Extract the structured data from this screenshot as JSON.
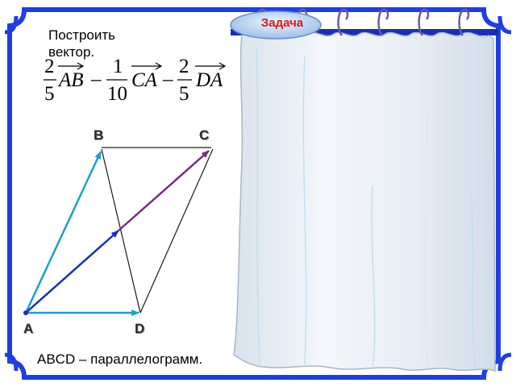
{
  "task": {
    "badge": "Задача",
    "instruction": "Построить вектор."
  },
  "formula": {
    "terms": [
      {
        "numerator": "2",
        "denominator": "5",
        "vector": "AB"
      },
      {
        "numerator": "1",
        "denominator": "10",
        "vector": "CA"
      },
      {
        "numerator": "2",
        "denominator": "5",
        "vector": "DA"
      }
    ],
    "operator": "–"
  },
  "figure": {
    "vertices": {
      "a": "A",
      "b": "B",
      "c": "C",
      "d": "D"
    }
  },
  "caption": "ABCD – параллелограмм.",
  "colors": {
    "frame_blue": "#1f3fe0",
    "bar_blue": "#1a2fb0",
    "curtain": "#e8eef5",
    "curtain_fold": "#bfe0ef",
    "side_ab": "#1aa0c8",
    "side_ad": "#1aa0c8",
    "vector_blue": "#1a30b8",
    "vector_purple": "#7a2a8a",
    "badge_text": "#d31a1a",
    "badge_fill": "#bcd6f2"
  }
}
